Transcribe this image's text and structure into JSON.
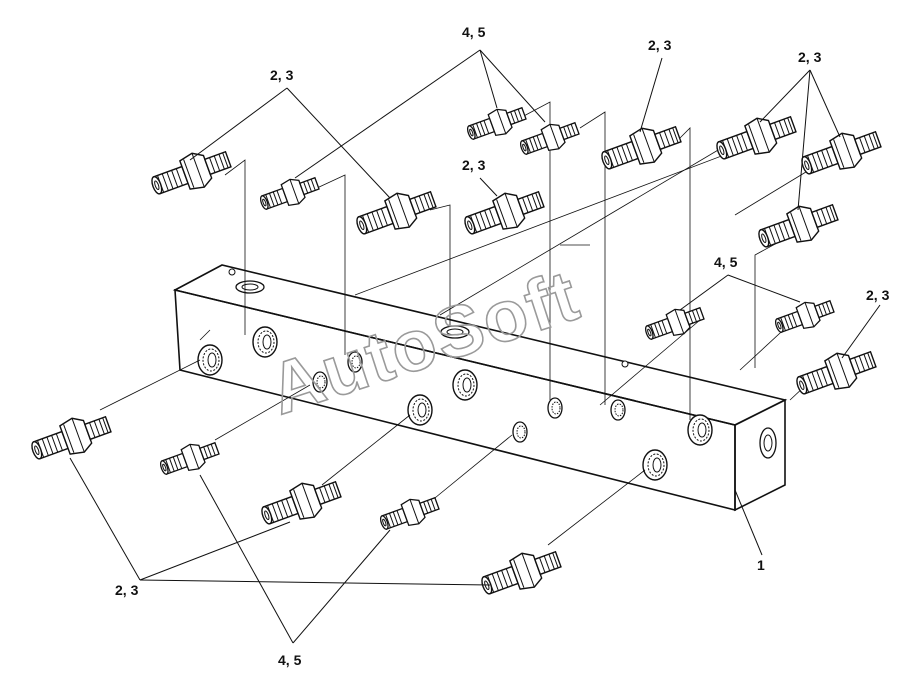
{
  "watermark": "AutoSoft",
  "callouts": {
    "c1": "4, 5",
    "c2": "2, 3",
    "c3": "2, 3",
    "c4": "2, 3",
    "c5": "2, 3",
    "c6": "4, 5",
    "c7": "2, 3",
    "c8": "1",
    "c9": "2, 3",
    "c10": "4, 5"
  },
  "colors": {
    "ink": "#111111",
    "watermark": "#9a9a9a",
    "paper": "#ffffff"
  }
}
